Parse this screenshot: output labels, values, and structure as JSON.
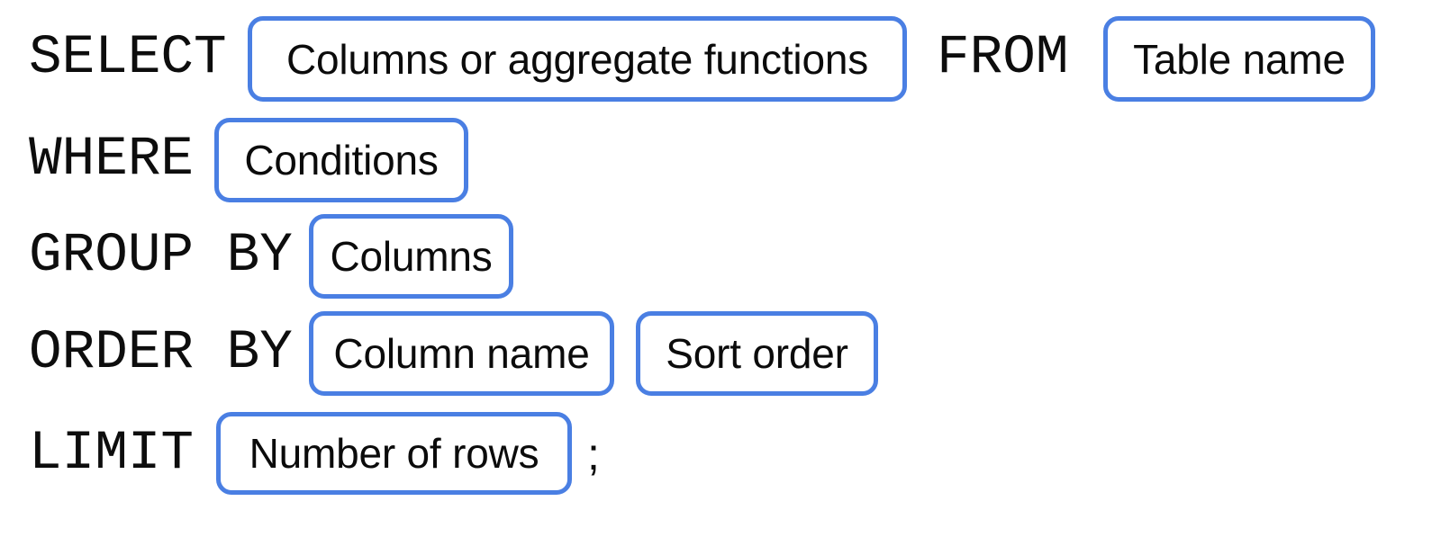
{
  "diagram": {
    "type": "sql-query-syntax-template",
    "accent_color": "#4a7fe3",
    "text_color": "#0d0d0d",
    "background_color": "#ffffff",
    "terminator": ";",
    "clauses": [
      {
        "keyword": "SELECT",
        "slots": [
          {
            "label": "Columns or aggregate functions"
          }
        ]
      },
      {
        "keyword": "FROM",
        "slots": [
          {
            "label": "Table name"
          }
        ]
      },
      {
        "keyword": "WHERE",
        "slots": [
          {
            "label": "Conditions"
          }
        ]
      },
      {
        "keyword": "GROUP BY",
        "slots": [
          {
            "label": "Columns"
          }
        ]
      },
      {
        "keyword": "ORDER BY",
        "slots": [
          {
            "label": "Column name"
          },
          {
            "label": "Sort order"
          }
        ]
      },
      {
        "keyword": "LIMIT",
        "slots": [
          {
            "label": "Number of rows"
          }
        ]
      }
    ]
  }
}
